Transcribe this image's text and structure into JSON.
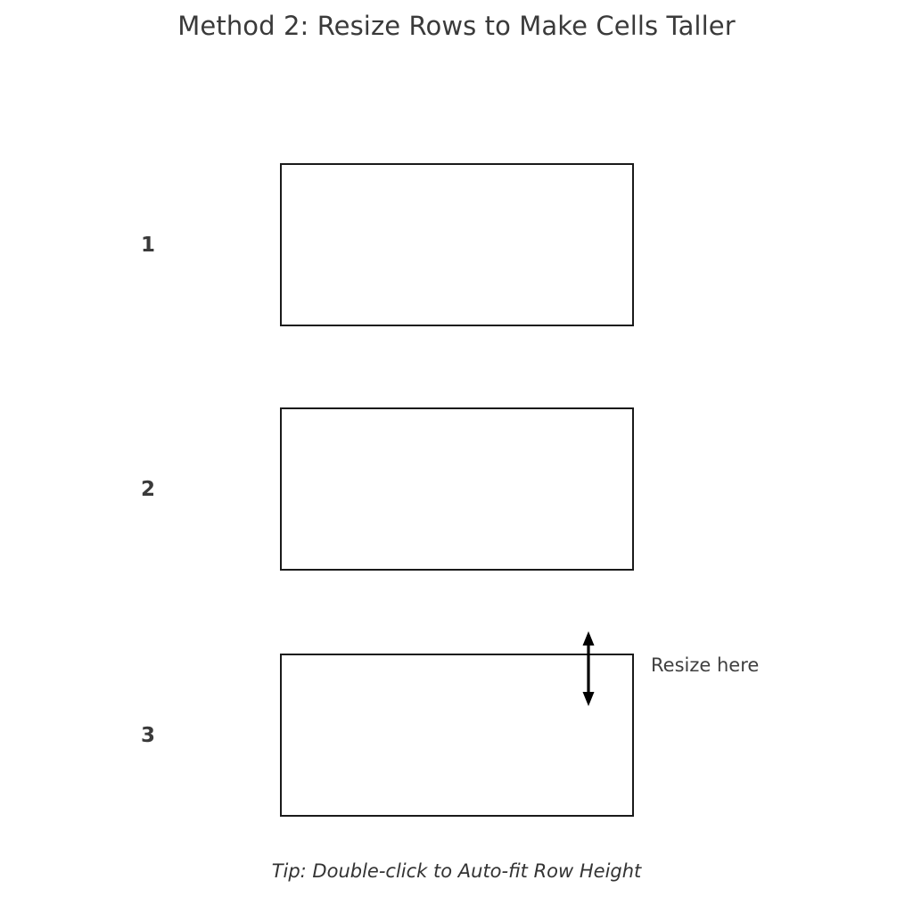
{
  "title": "Method 2: Resize Rows to Make Cells Taller",
  "rows": [
    {
      "number": "1"
    },
    {
      "number": "2"
    },
    {
      "number": "3"
    }
  ],
  "annotation": {
    "resize_label": "Resize here",
    "arrow_icon": "double-headed-vertical-arrow-icon"
  },
  "tip": "Tip: Double-click to Auto-fit Row Height",
  "colors": {
    "background": "#ffffff",
    "title_text": "#3a3a3a",
    "row_number_text": "#3a3a3a",
    "cell_border": "#1a1a1a",
    "cell_fill": "#ffffff",
    "arrow": "#000000",
    "label_text": "#3f3f3f",
    "tip_text": "#333333"
  }
}
